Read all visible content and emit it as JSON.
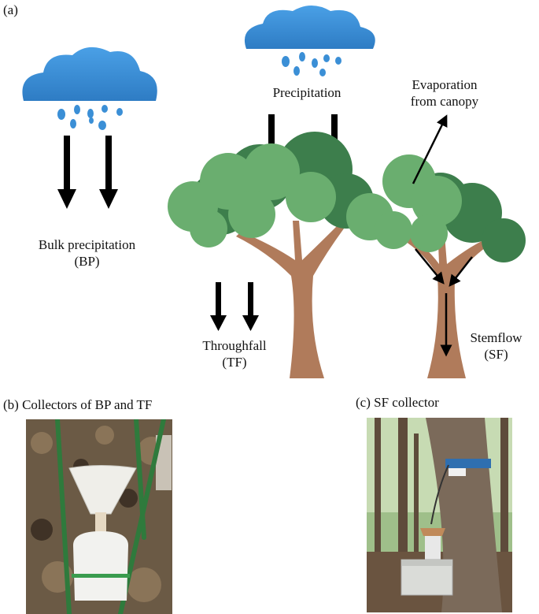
{
  "panel_a": {
    "label": "(a)",
    "bulk_precipitation": [
      "Bulk precipitation",
      "(BP)"
    ],
    "precipitation": "Precipitation",
    "evaporation": [
      "Evaporation",
      "from canopy"
    ],
    "throughfall": [
      "Throughfall",
      "(TF)"
    ],
    "stemflow": [
      "Stemflow",
      "(SF)"
    ]
  },
  "panel_b": {
    "caption": "(b) Collectors of BP and TF"
  },
  "panel_c": {
    "caption": "(c) SF collector"
  },
  "colors": {
    "cloud": "#3b8fd6",
    "tree_light": "#6aae6f",
    "tree_dark": "#3d7e4c",
    "trunk": "#b07b5b",
    "arrow": "#000000"
  }
}
